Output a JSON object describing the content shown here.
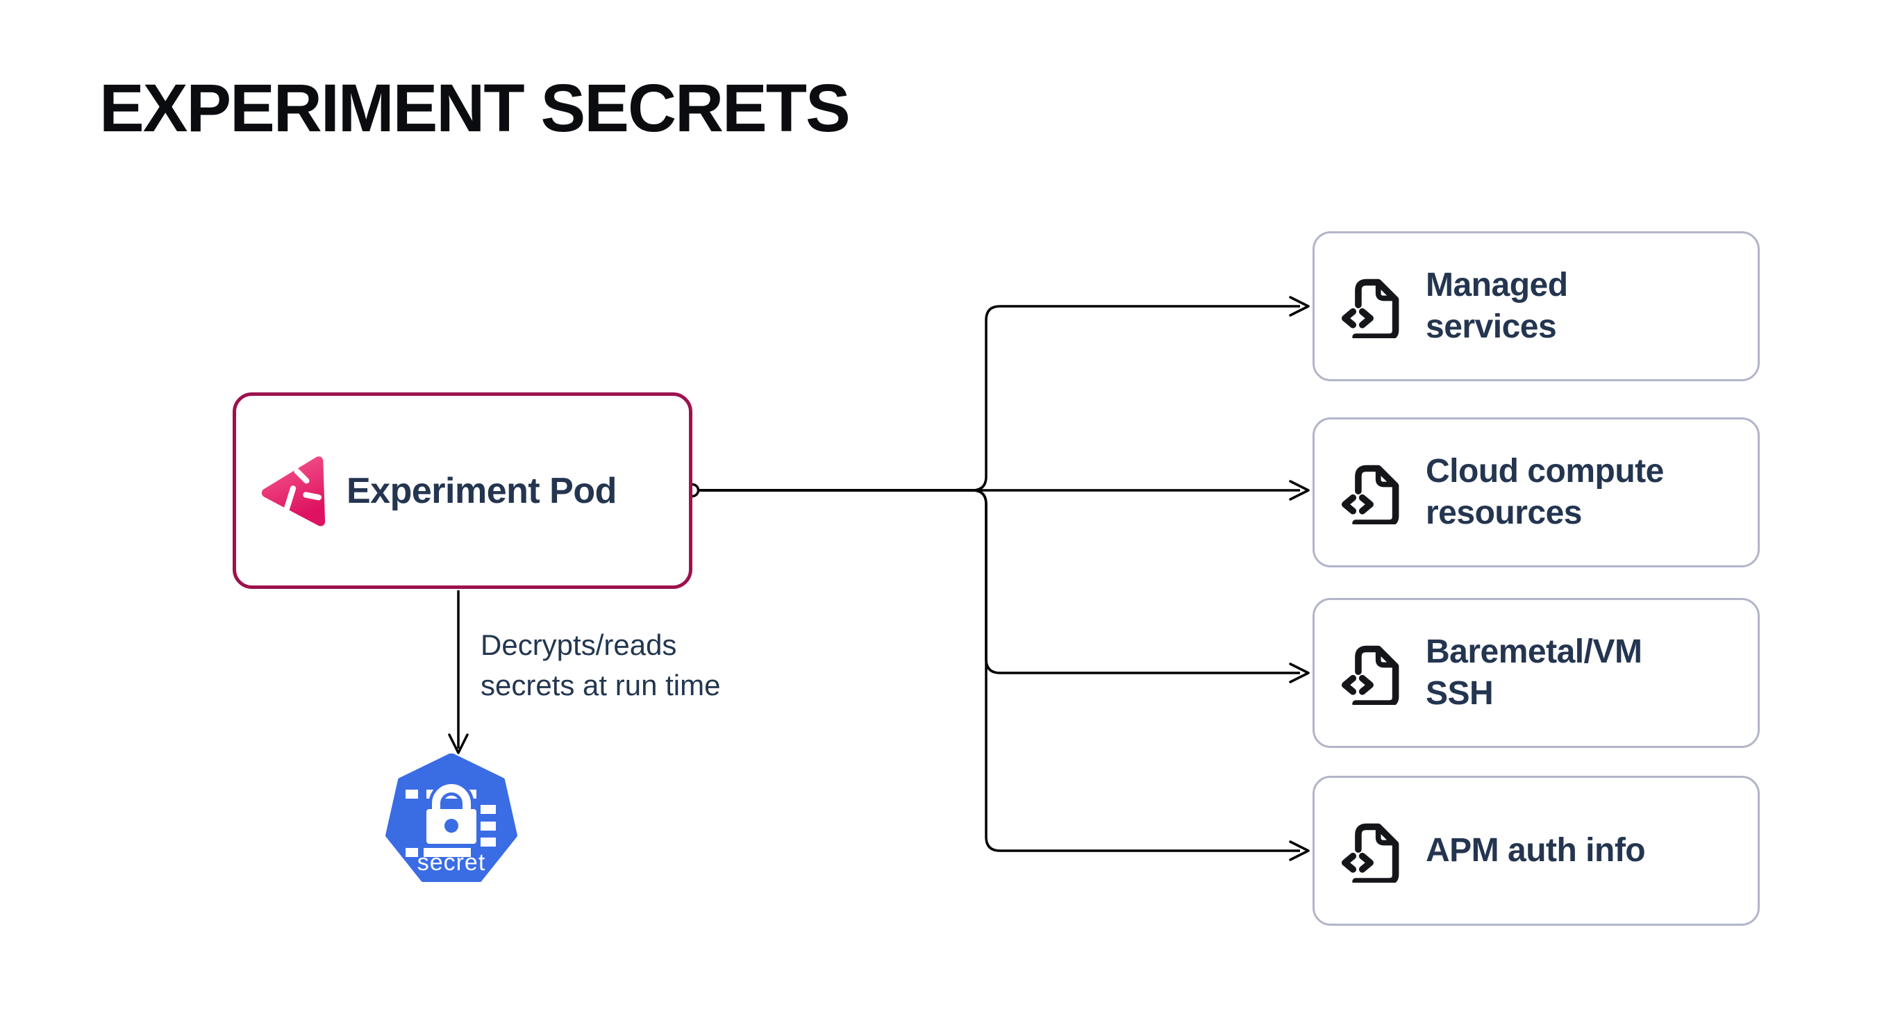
{
  "title": "EXPERIMENT SECRETS",
  "pod": {
    "label": "Experiment Pod",
    "icon": "litmus-experiment-icon"
  },
  "edge_note": {
    "line1": "Decrypts/reads",
    "line2": "secrets at run time"
  },
  "secret_node": {
    "label": "secret",
    "icon": "kubernetes-secret-icon"
  },
  "targets": [
    {
      "icon": "file-code-icon",
      "lines": [
        "Managed",
        "services"
      ]
    },
    {
      "icon": "file-code-icon",
      "lines": [
        "Cloud compute",
        "resources"
      ]
    },
    {
      "icon": "file-code-icon",
      "lines": [
        "Baremetal/VM",
        "SSH"
      ]
    },
    {
      "icon": "file-code-icon",
      "lines": [
        "APM auth info"
      ]
    }
  ],
  "colors": {
    "background": "#FFFFFF",
    "title_text": "#0B0C0F",
    "pod_border": "#9D124E",
    "label_text": "#243550",
    "target_border": "#B2B5C9",
    "edge_line": "#000000",
    "secret_blue": "#3A6CE4",
    "logo_pink_light": "#F4588E",
    "logo_pink_dark": "#DE1260"
  }
}
